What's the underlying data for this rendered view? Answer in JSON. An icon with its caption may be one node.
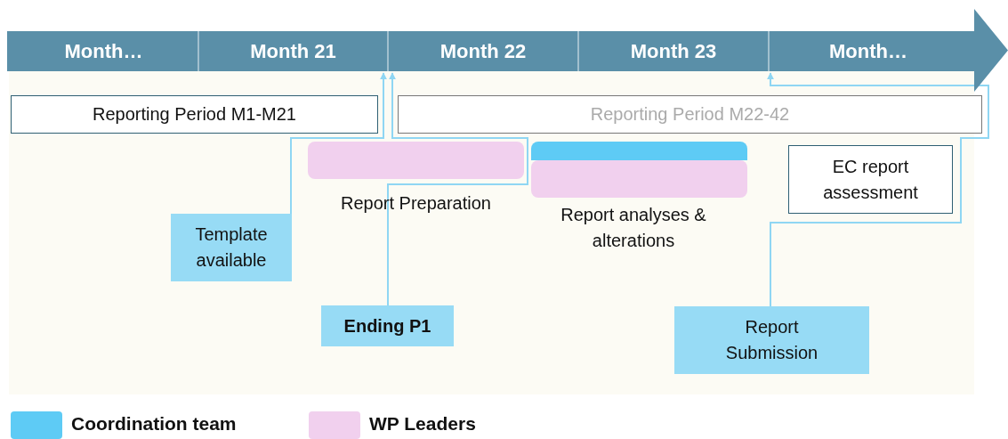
{
  "diagram": {
    "nodes": [
      {
        "text": [],
        "shape": "arrow"
      },
      {
        "text": [
          "Month…"
        ],
        "in": 0
      },
      {
        "text": [
          "Month 21"
        ],
        "in": 0
      },
      {
        "text": [
          "Month 22"
        ],
        "in": 0
      },
      {
        "text": [
          "Month 23"
        ],
        "in": 0
      },
      {
        "text": [
          "Month…"
        ],
        "in": 0
      },
      {
        "text": [
          "Reporting Period M1-M21"
        ]
      },
      {
        "text": [
          "Reporting Period M22-42"
        ]
      },
      {
        "text": [],
        "shape": "bar",
        "beside": [
          "Report Preparation"
        ]
      },
      {
        "text": [],
        "shape": "bar"
      },
      {
        "text": [],
        "shape": "bar",
        "beside": [
          "Report analyses & alterations"
        ]
      },
      {
        "text": [
          "EC report assessment"
        ]
      },
      {
        "text": [
          "Template available"
        ]
      },
      {
        "text": [
          "Ending P1"
        ]
      },
      {
        "text": [
          "Report Submission"
        ]
      }
    ],
    "edges": [
      {
        "from": 12,
        "to": 0,
        "arrow": "to"
      },
      {
        "from": 13,
        "to": 0,
        "arrow": "to"
      },
      {
        "from": 14,
        "to": 0,
        "arrow": "to"
      }
    ],
    "legend": [
      {
        "text": "Coordination team",
        "color": "#5ecbf5"
      },
      {
        "text": "WP Leaders",
        "color": "#f1d0ee"
      }
    ]
  }
}
